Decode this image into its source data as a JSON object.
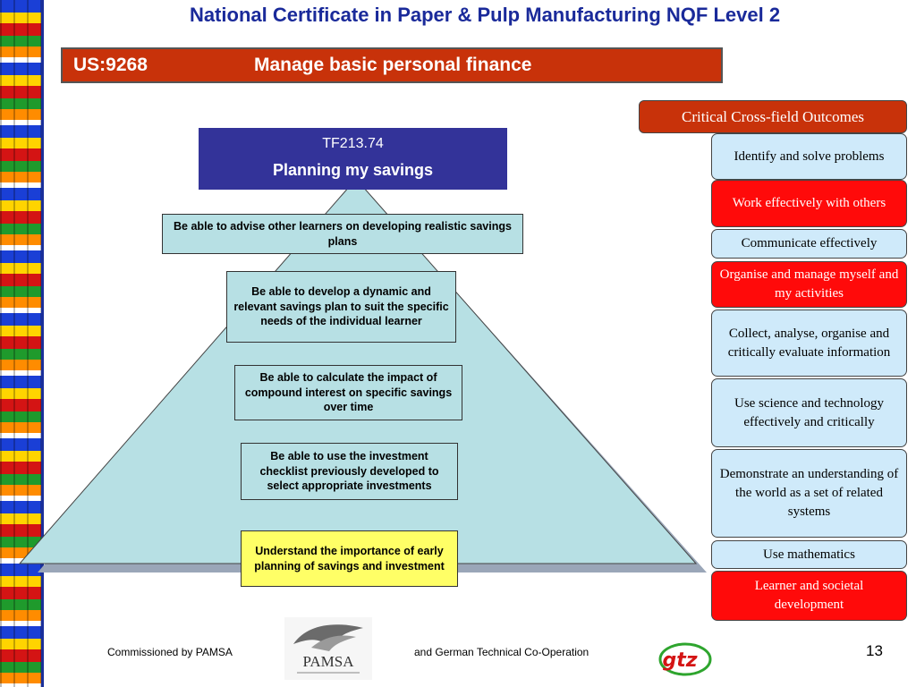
{
  "header": {
    "title": "National Certificate in Paper & Pulp Manufacturing NQF Level 2"
  },
  "unit": {
    "code": "US:9268",
    "name": "Manage basic personal finance"
  },
  "target": {
    "code": "TF213.74",
    "title": "Planning my savings"
  },
  "outcomes": [
    "Be able to advise other learners on developing realistic savings plans",
    "Be able to develop a dynamic and relevant savings plan to suit the specific needs of the individual learner",
    "Be able to calculate the impact of compound interest on specific savings over time",
    "Be able to use the investment checklist previously developed to select appropriate investments",
    "Understand the importance of early planning of savings and investment"
  ],
  "ccfo": {
    "header": "Critical Cross-field Outcomes",
    "items": [
      {
        "label": "Identify and solve problems",
        "status": "not-covered"
      },
      {
        "label": "Work effectively with others",
        "status": "covered"
      },
      {
        "label": "Communicate effectively",
        "status": "not-covered"
      },
      {
        "label": "Organise and manage myself and my activities",
        "status": "covered"
      },
      {
        "label": "Collect, analyse, organise and critically evaluate information",
        "status": "not-covered"
      },
      {
        "label": "Use science and technology effectively and critically",
        "status": "not-covered"
      },
      {
        "label": "Demonstrate an understanding of the world as a set of related systems",
        "status": "not-covered"
      },
      {
        "label": "Use mathematics",
        "status": "not-covered"
      },
      {
        "label": "Learner and societal development",
        "status": "covered"
      }
    ]
  },
  "footer": {
    "commissioned": "Commissioned by PAMSA",
    "partner": "and German Technical Co-Operation",
    "page": "13",
    "pamsa_logo_text": "PAMSA",
    "gtz_logo_text": "gtz"
  },
  "colors": {
    "title_blue": "#1a2a9a",
    "unit_bar": "#c8320a",
    "target_box": "#333399",
    "pyramid_fill": "#b7e0e4",
    "highlight_yellow": "#ffff66",
    "ccfo_blue": "#cfeafa",
    "ccfo_red": "#ff0a0a"
  }
}
